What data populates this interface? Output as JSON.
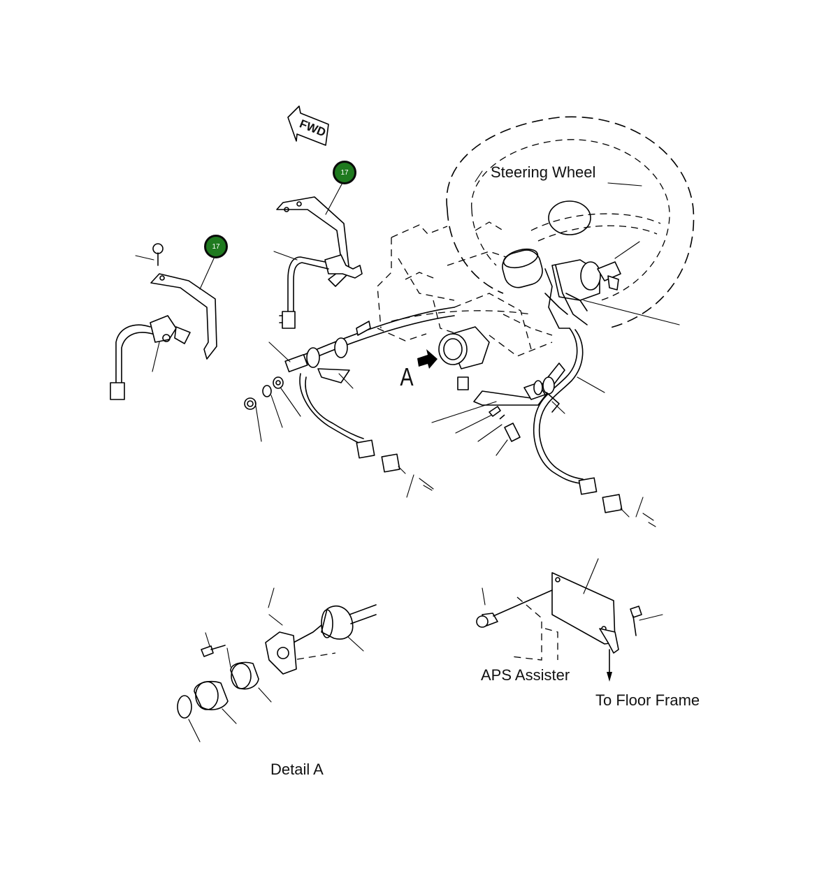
{
  "labels": {
    "steering_wheel": "Steering Wheel",
    "view_a": "A",
    "fwd": "FWD",
    "aps_assister": "APS Assister",
    "to_floor_frame": "To Floor Frame",
    "detail_a": "Detail A"
  },
  "callouts": [
    {
      "number": "17"
    },
    {
      "number": "17"
    }
  ],
  "colors": {
    "callout_fill": "#1f7a1f",
    "callout_border": "#0a0a0a",
    "line": "#000000"
  }
}
